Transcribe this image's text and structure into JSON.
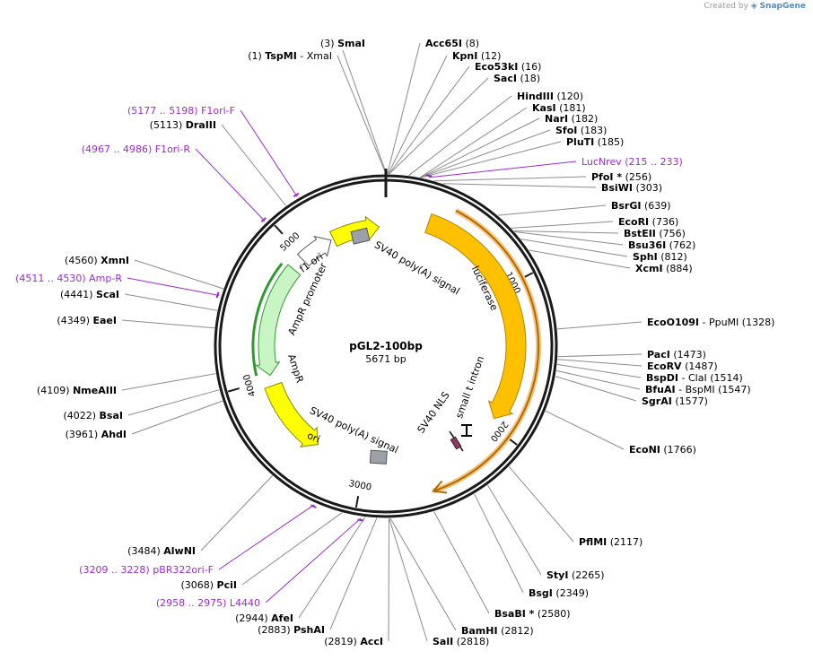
{
  "attribution": {
    "created_by": "Created by",
    "brand": "SnapGene"
  },
  "plasmid": {
    "name": "pGL2-100bp",
    "length": 5671,
    "length_label": "5671 bp"
  },
  "colors": {
    "enzyme_text": "#000000",
    "primer_text": "#9a2bd4",
    "leader_line": "#8c8c8c",
    "primer_line": "#9a2bd4",
    "ring": "#1a1a1a",
    "luciferase": "#ffc000",
    "luciferase_outline": "#b58300",
    "f1_ori": "#ffff00",
    "ori": "#ffff00",
    "promoter": "#ffffff",
    "amp": "#c9f5c4",
    "amp_outline": "#2e9a2e",
    "polya_box": "#9aa1a8",
    "nls": "#8b3a62"
  },
  "tick_labels": [
    "1000",
    "2000",
    "3000",
    "4000",
    "5000"
  ],
  "enzyme_labels": [
    {
      "pos": "(1)",
      "name": "TspMI",
      "extra": "- XmaI"
    },
    {
      "pos": "(3)",
      "name": "SmaI"
    },
    {
      "name": "Acc65I",
      "pos": "(8)"
    },
    {
      "name": "KpnI",
      "pos": "(12)"
    },
    {
      "name": "Eco53kI",
      "pos": "(16)"
    },
    {
      "name": "SacI",
      "pos": "(18)"
    },
    {
      "name": "HindIII",
      "pos": "(120)"
    },
    {
      "name": "KasI",
      "pos": "(181)"
    },
    {
      "name": "NarI",
      "pos": "(182)"
    },
    {
      "name": "SfoI",
      "pos": "(183)"
    },
    {
      "name": "PluTI",
      "pos": "(185)"
    },
    {
      "name": "PfoI *",
      "pos": "(256)"
    },
    {
      "name": "BsiWI",
      "pos": "(303)"
    },
    {
      "name": "BsrGI",
      "pos": "(639)"
    },
    {
      "name": "EcoRI",
      "pos": "(736)"
    },
    {
      "name": "BstEII",
      "pos": "(756)"
    },
    {
      "name": "Bsu36I",
      "pos": "(762)"
    },
    {
      "name": "SphI",
      "pos": "(812)"
    },
    {
      "name": "XcmI",
      "pos": "(884)"
    },
    {
      "name": "EcoO109I",
      "extra": "- PpuMI",
      "pos": "(1328)"
    },
    {
      "name": "PacI",
      "pos": "(1473)"
    },
    {
      "name": "EcoRV",
      "pos": "(1487)"
    },
    {
      "name": "BspDI",
      "extra": "- ClaI",
      "pos": "(1514)"
    },
    {
      "name": "BfuAI",
      "extra": "- BspMI",
      "pos": "(1547)"
    },
    {
      "name": "SgrAI",
      "pos": "(1577)"
    },
    {
      "name": "EcoNI",
      "pos": "(1766)"
    },
    {
      "name": "PflMI",
      "pos": "(2117)"
    },
    {
      "name": "StyI",
      "pos": "(2265)"
    },
    {
      "name": "BsgI",
      "pos": "(2349)"
    },
    {
      "name": "BsaBI *",
      "pos": "(2580)"
    },
    {
      "name": "BamHI",
      "pos": "(2812)"
    },
    {
      "name": "SalI",
      "pos": "(2818)"
    },
    {
      "pos": "(2819)",
      "name": "AccI"
    },
    {
      "pos": "(2883)",
      "name": "PshAI"
    },
    {
      "pos": "(2944)",
      "name": "AfeI"
    },
    {
      "pos": "(3068)",
      "name": "PciI"
    },
    {
      "pos": "(3484)",
      "name": "AlwNI"
    },
    {
      "pos": "(3961)",
      "name": "AhdI"
    },
    {
      "pos": "(4022)",
      "name": "BsaI"
    },
    {
      "pos": "(4109)",
      "name": "NmeAIII"
    },
    {
      "pos": "(4349)",
      "name": "EaeI"
    },
    {
      "pos": "(4441)",
      "name": "ScaI"
    },
    {
      "pos": "(4560)",
      "name": "XmnI"
    },
    {
      "pos": "(5113)",
      "name": "DraIII"
    }
  ],
  "primer_labels": [
    {
      "text": "LucNrev",
      "range": "(215 .. 233)"
    },
    {
      "range": "(5177 .. 5198)",
      "text": "F1ori-F"
    },
    {
      "range": "(4967 .. 4986)",
      "text": "F1ori-R"
    },
    {
      "range": "(4511 .. 4530)",
      "text": "Amp-R"
    },
    {
      "range": "(3209 .. 3228)",
      "text": "pBR322ori-F"
    },
    {
      "range": "(2958 .. 2975)",
      "text": "L4440"
    }
  ],
  "features": {
    "luciferase": "luciferase",
    "sv40_polya_top": "SV40 poly(A) signal",
    "small_t_intron": "small t intron",
    "sv40_nls": "SV40 NLS",
    "sv40_polya_bottom": "SV40 poly(A) signal",
    "ori": "ori",
    "f1_ori": "f1 ori",
    "ampr_promoter": "AmpR promoter",
    "ampr": "AmpR"
  }
}
